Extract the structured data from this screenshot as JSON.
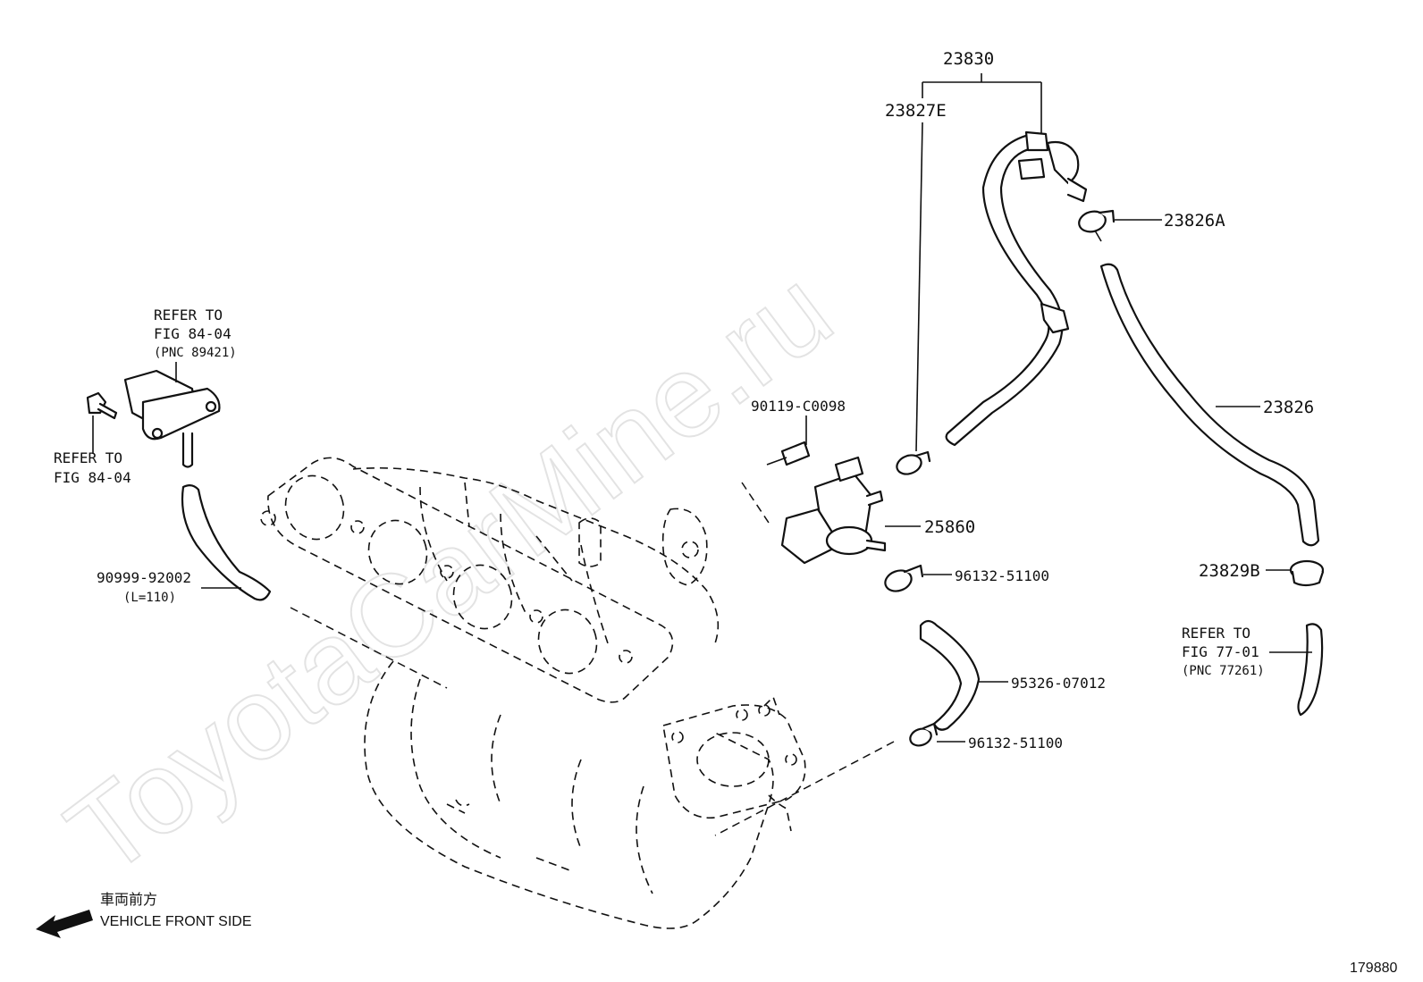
{
  "watermark": "ToyotaCarMine.ru",
  "part_numbers": {
    "p23830": "23830",
    "p23827E": "23827E",
    "p23826A": "23826A",
    "p23826": "23826",
    "p23829B": "23829B",
    "p90119": "90119-C0098",
    "p25860": "25860",
    "p96132_upper": "96132-51100",
    "p95326": "95326-07012",
    "p96132_lower": "96132-51100",
    "p90999": "90999-92002",
    "p90999_len": "(L=110)"
  },
  "references": {
    "sensor_ref": {
      "line1": "REFER TO",
      "line2": "FIG 84-04",
      "line3": "(PNC 89421)"
    },
    "bolt_ref": {
      "line1": "REFER TO",
      "line2": "FIG 84-04"
    },
    "hose_ref": {
      "line1": "REFER TO",
      "line2": "FIG 77-01",
      "line3": "(PNC 77261)"
    }
  },
  "orientation": {
    "japanese": "車両前方",
    "english": "VEHICLE FRONT SIDE"
  },
  "figure_id": "179880"
}
